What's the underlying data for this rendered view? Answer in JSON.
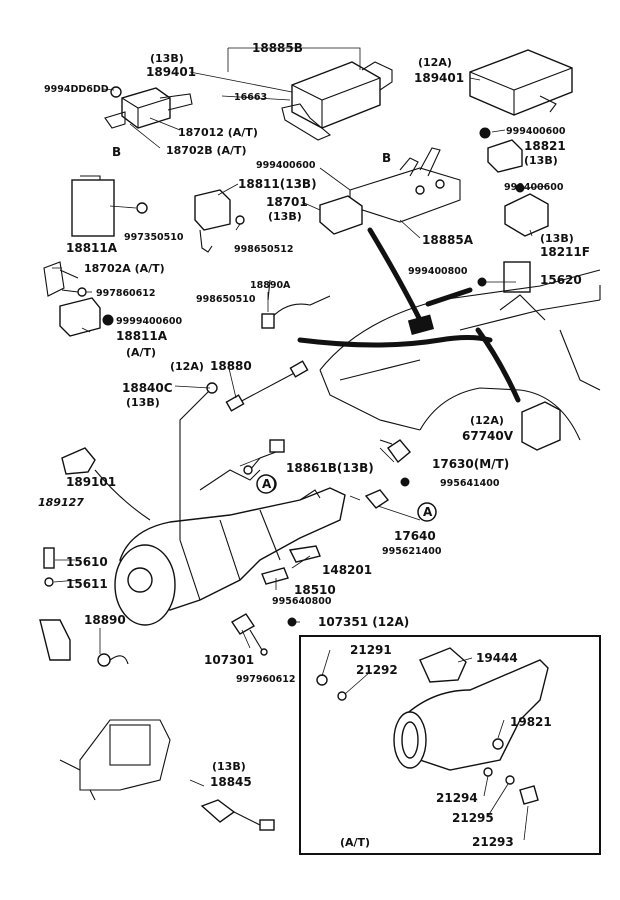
{
  "labels": {
    "p18885B": "18885B",
    "p13B_a": "(13B)",
    "p189401_a": "189401",
    "p12A_a": "(12A)",
    "p189401_b": "189401",
    "p9994": "9994DD6DD",
    "p16663": "16663",
    "p187012": "187012 (A/T)",
    "p18702B": "18702B (A/T)",
    "pB_a": "B",
    "p999400600_a": "999400600",
    "p18821": "18821",
    "p13B_b": "(13B)",
    "pB_b": "B",
    "p999400600_b": "999400600",
    "p18811": "18811(13B)",
    "p18701": "18701",
    "p13B_c": "(13B)",
    "p999400600_c": "999400600",
    "p13B_d": "(13B)",
    "p18211F": "18211F",
    "p18811A": "18811A",
    "p997350510": "997350510",
    "p998650512": "998650512",
    "p18885A": "18885A",
    "p18702A": "18702A (A/T)",
    "p999400800": "999400800",
    "p15620": "15620",
    "p997860612": "997860612",
    "p18890A": "18890A",
    "p998650510": "998650510",
    "p9999400600": "9999400600",
    "p18811A_b": "18811A",
    "pAT_a": "(A/T)",
    "p12A_b": "(12A)",
    "p18880": "18880",
    "p18840C": "18840C",
    "p13B_e": "(13B)",
    "p12A_c": "(12A)",
    "p67740V": "67740V",
    "p189101": "189101",
    "p18912": "189127",
    "p18861B": "18861B(13B)",
    "p17630": "17630(M/T)",
    "p995641400": "995641400",
    "pA_a": "A",
    "pA_b": "A",
    "p17640": "17640",
    "p995621400": "995621400",
    "p15610": "15610",
    "p15611": "15611",
    "p148201": "148201",
    "p18510": "18510",
    "p995640800": "995640800",
    "p18890": "18890",
    "p107351": "107351 (12A)",
    "p107301": "107301",
    "p997960612": "997960612",
    "p21291": "21291",
    "p21292": "21292",
    "p19444": "19444",
    "p19821": "19821",
    "p13B_f": "(13B)",
    "p18845": "18845",
    "p21294": "21294",
    "p21295": "21295",
    "p21293": "21293",
    "pAT_b": "(A/T)"
  }
}
